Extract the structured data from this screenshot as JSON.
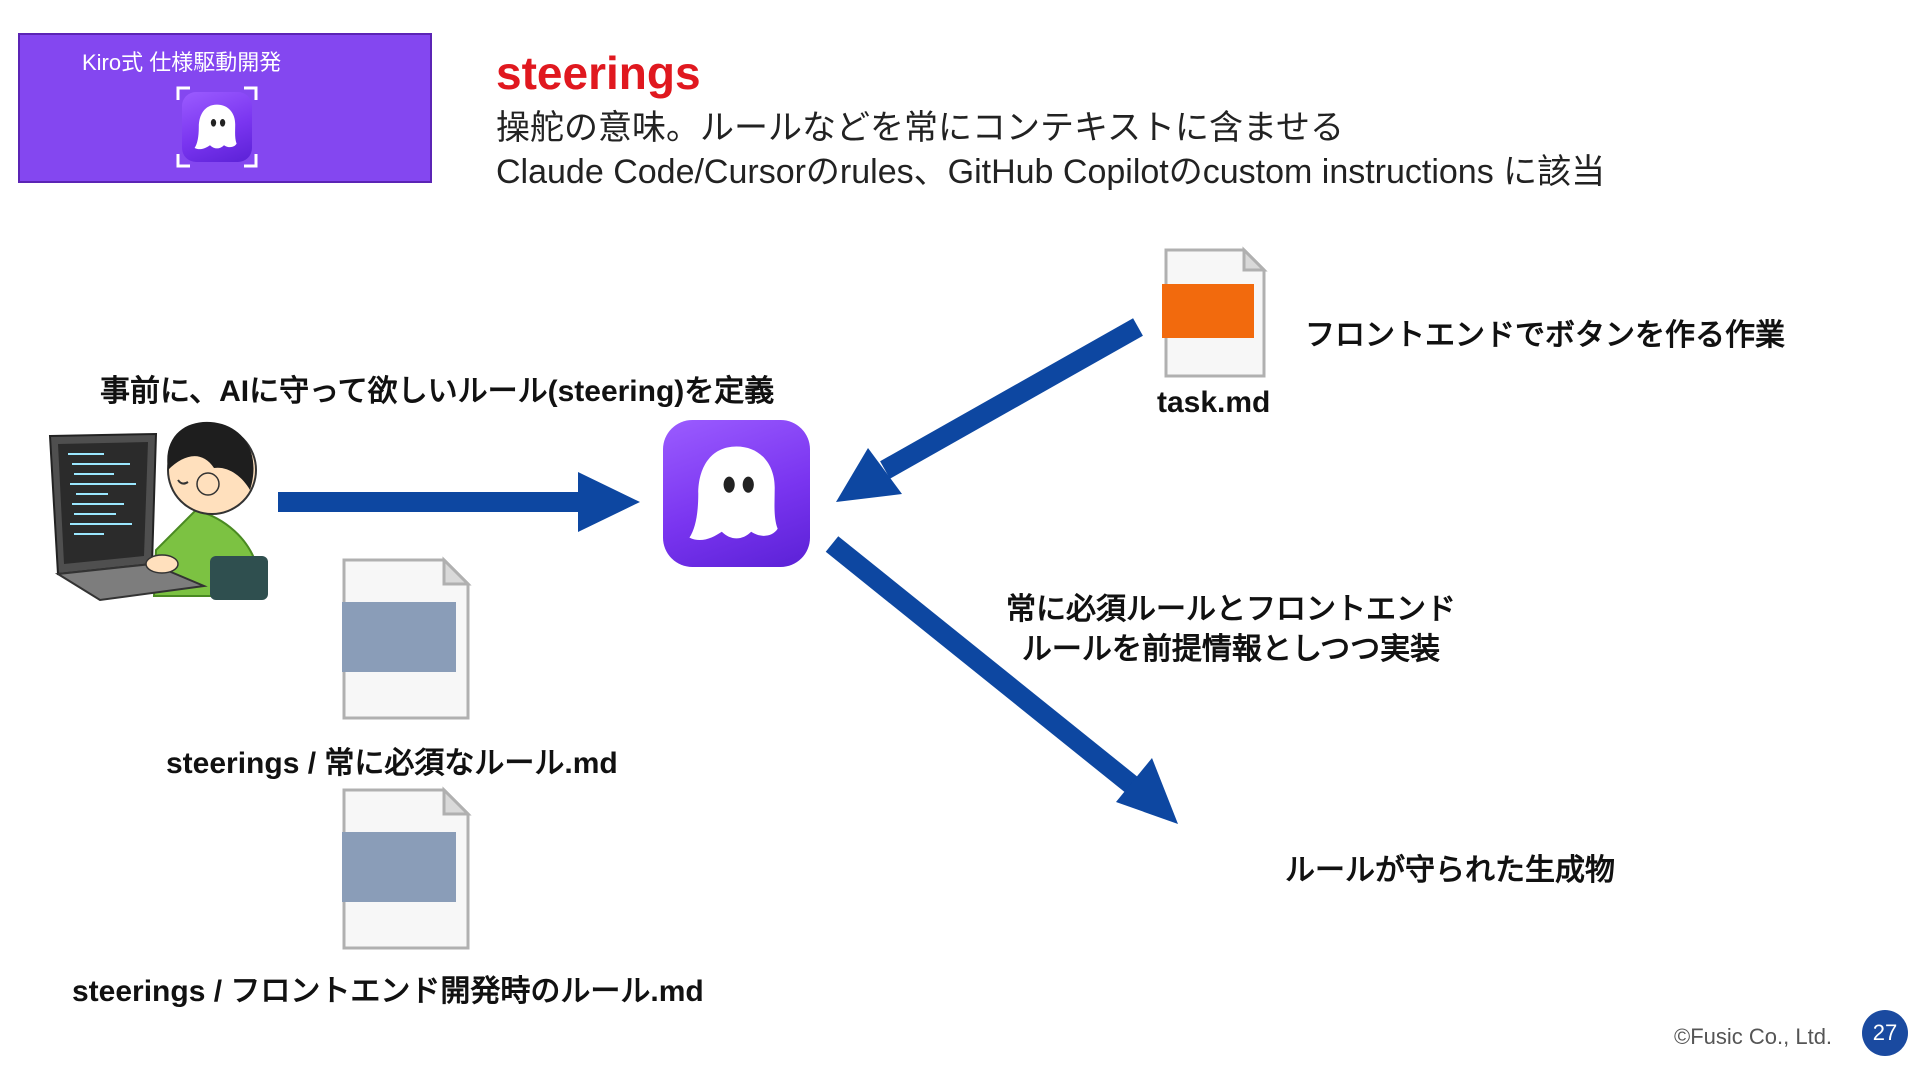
{
  "brand": {
    "label": "Kiro式 仕様駆動開発"
  },
  "slide": {
    "title": "steerings",
    "subtitle_line1": "操舵の意味。ルールなどを常にコンテキストに含ませる",
    "subtitle_line2": "Claude Code/Cursorのrules、GitHub Copilotのcustom instructions に該当"
  },
  "diagram": {
    "user_caption": "事前に、AIに守って欲しいルール(steering)を定義",
    "task_file_caption": "task.md",
    "frontend_task_label": "フロントエンドでボタンを作る作業",
    "implement_caption_line1": "常に必須ルールとフロントエンド",
    "implement_caption_line2": "ルールを前提情報としつつ実装",
    "output_label": "ルールが守られた生成物",
    "steering_file_1": "steerings / 常に必須なルール.md",
    "steering_file_2": "steerings / フロントエンド開発時のルール.md"
  },
  "colors": {
    "accent_red": "#e0181f",
    "kiro_purple": "#8447f0",
    "arrow_blue": "#0d47a1",
    "task_orange": "#f26a0d",
    "doc_gray_blue": "#8a9db8",
    "shirt_green": "#7cc242"
  },
  "footer": {
    "copyright": "©Fusic Co., Ltd.",
    "page_number": "27"
  }
}
